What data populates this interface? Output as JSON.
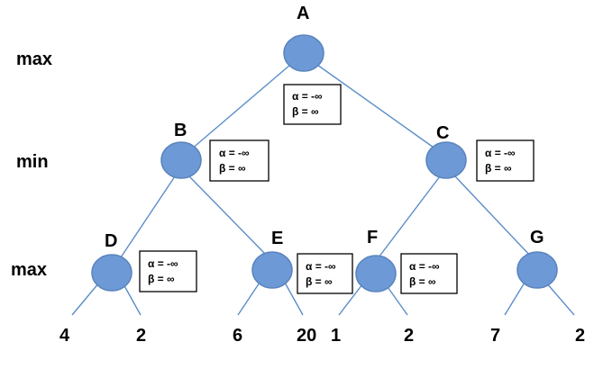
{
  "levels": [
    "max",
    "min",
    "max"
  ],
  "nodes": {
    "A": {
      "label": "A"
    },
    "B": {
      "label": "B"
    },
    "C": {
      "label": "C"
    },
    "D": {
      "label": "D"
    },
    "E": {
      "label": "E"
    },
    "F": {
      "label": "F"
    },
    "G": {
      "label": "G"
    }
  },
  "alpha_beta": {
    "A": {
      "alpha": "α = -∞",
      "beta": "β = ∞"
    },
    "B": {
      "alpha": "α = -∞",
      "beta": "β = ∞"
    },
    "C": {
      "alpha": "α = -∞",
      "beta": "β = ∞"
    },
    "D": {
      "alpha": "α = -∞",
      "beta": "β = ∞"
    },
    "E": {
      "alpha": "α = -∞",
      "beta": "β = ∞"
    },
    "F": {
      "alpha": "α = -∞",
      "beta": "β = ∞"
    }
  },
  "leaves": [
    "4",
    "2",
    "6",
    "20",
    "1",
    "2",
    "7",
    "2"
  ],
  "colors": {
    "node_fill": "#6d9ad6",
    "edge": "#5b8ec9",
    "text": "#000000"
  }
}
